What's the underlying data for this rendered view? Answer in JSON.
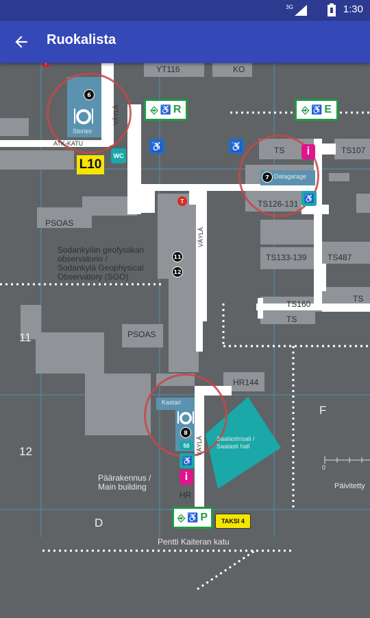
{
  "status": {
    "time": "1:30",
    "network": "3G"
  },
  "appbar": {
    "title": "Ruokalista",
    "back_icon": "arrow-back-icon"
  },
  "map": {
    "buildings": {
      "yt116": "YT116",
      "ko": "KO",
      "ts1": "TS",
      "ts107": "TS107",
      "ts126": "TS126-131",
      "psoas1": "PSOAS",
      "psoas2": "PSOAS",
      "ts133": "TS133-139",
      "ts487": "TS487",
      "ts160": "TS160",
      "ts2": "TS",
      "ts3": "TS",
      "hr144": "HR144",
      "hr": "HR",
      "sgo": "Sodankylän geofysiikan\nobservatorio /\nSodankylä Geophysical\nObservatory (SGO)",
      "main": "Päärakennus /\nMain building",
      "saalasti": "Saalastinsali /\nSaalasti hall"
    },
    "streets": {
      "atk": "ATK-KATU",
      "vayla1": "VÄYLÄ",
      "vayla2": "VÄYLÄ",
      "vayla3": "VÄYLÄ",
      "pentti": "Pentti Kaiteran katu"
    },
    "grid": {
      "row11": "11",
      "row12": "12",
      "colD": "D",
      "colF": "F"
    },
    "restaurants": [
      {
        "number": "6",
        "name": "Stories"
      },
      {
        "number": "7",
        "name": "Datagarage"
      },
      {
        "number": "8",
        "name": "Kastari"
      }
    ],
    "numbers": {
      "n11": "11",
      "n12": "12"
    },
    "signs": {
      "l10": "L10",
      "entrance_r": "R",
      "entrance_e": "E",
      "entrance_p": "P",
      "taxi": "TAKSI 4",
      "wc": "WC",
      "t1": "T",
      "t2": "T",
      "info": "i",
      "fifty": "50",
      "scale0": "0",
      "updated": "Päivitetty"
    },
    "colors": {
      "entrance": "#1f9a45",
      "info": "#e0158c",
      "hall": "#1aa8a8",
      "label_yellow": "#f5e500",
      "circle": "#c84646"
    }
  }
}
